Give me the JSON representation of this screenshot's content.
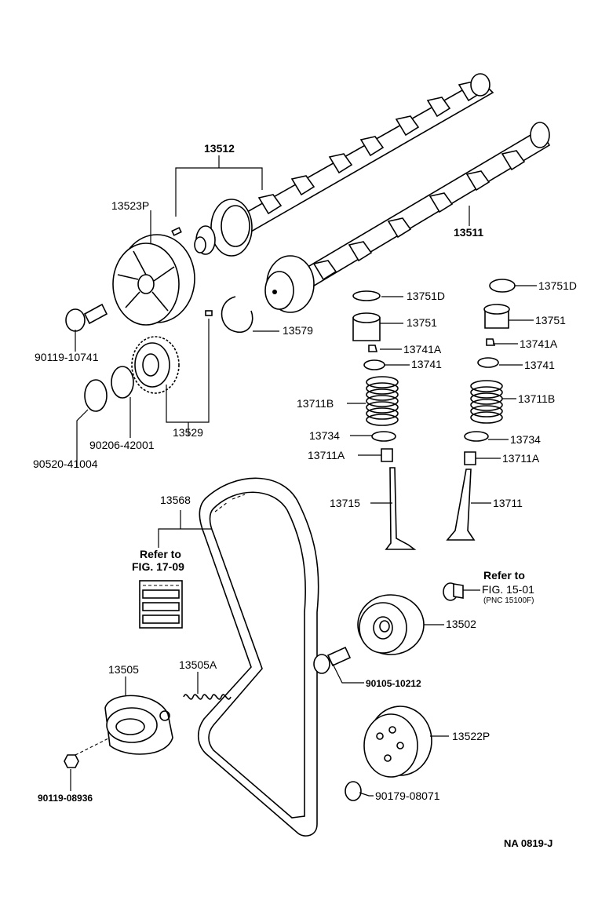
{
  "labels": {
    "p13512": "13512",
    "p13523P": "13523P",
    "p13511": "13511",
    "p90119_10741": "90119-10741",
    "p13579": "13579",
    "p13751D_l": "13751D",
    "p13751D_r": "13751D",
    "p13751_l": "13751",
    "p13751_r": "13751",
    "p13741A_l": "13741A",
    "p13741A_r": "13741A",
    "p13741_l": "13741",
    "p13741_r": "13741",
    "p13711B_l": "13711B",
    "p13711B_r": "13711B",
    "p13734_l": "13734",
    "p13734_r": "13734",
    "p13711A_l": "13711A",
    "p13711A_r": "13711A",
    "p13715": "13715",
    "p13711": "13711",
    "p90206_42001": "90206-42001",
    "p13529": "13529",
    "p90520_41004": "90520-41004",
    "p13568": "13568",
    "p13502": "13502",
    "p90105_10212": "90105-10212",
    "p13505": "13505",
    "p13505A": "13505A",
    "p13522P": "13522P",
    "p90119_08936": "90119-08936",
    "p90179_08071": "90179-08071"
  },
  "references": {
    "belt_ref_line1": "Refer to",
    "belt_ref_line2": "FIG. 17-09",
    "cover_ref_line1": "Refer to",
    "cover_ref_line2": "FIG. 15-01",
    "cover_ref_pnc": "(PNC 15100F)"
  },
  "footer": {
    "code": "NA  0819-J"
  }
}
